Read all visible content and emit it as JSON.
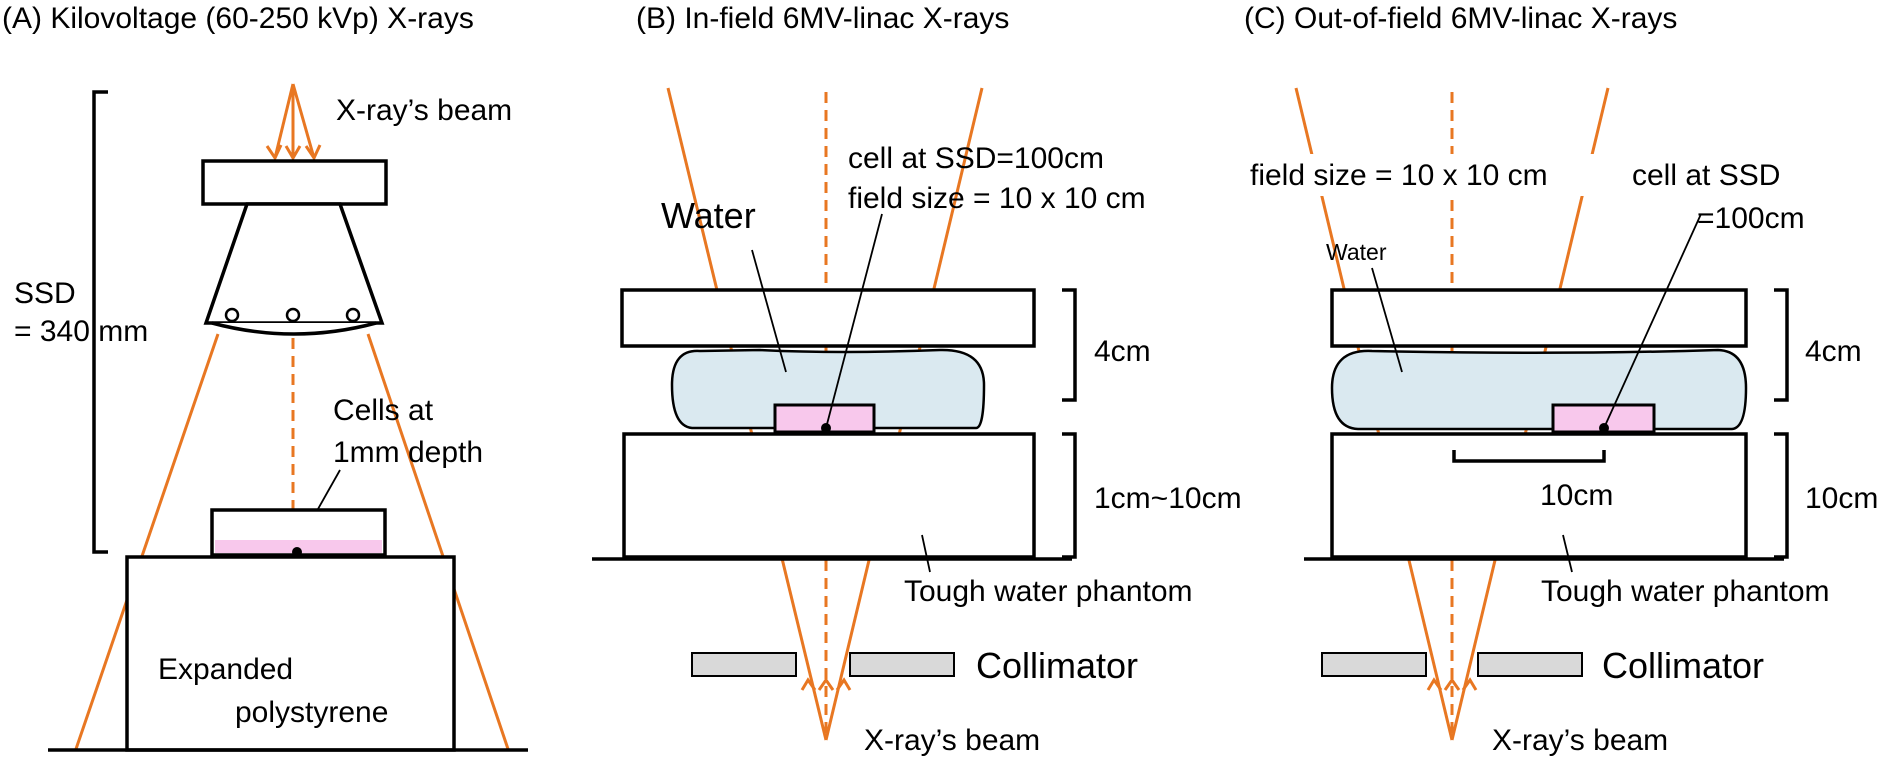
{
  "colors": {
    "beam": "#E87722",
    "water": "#DAE9F0",
    "cell": "#F8C8EC",
    "collimator": "#D9D9D9"
  },
  "panelA": {
    "title": "(A) Kilovoltage (60-250 kVp) X-rays",
    "beam_label": "X-ray’s beam",
    "ssd_line1": "SSD",
    "ssd_line2": "= 340 mm",
    "cells_line1": "Cells at",
    "cells_line2": "1mm depth",
    "base_line1": "Expanded",
    "base_line2": "polystyrene"
  },
  "panelB": {
    "title": "(B) In-field 6MV-linac X-rays",
    "cell_line1": "cell at SSD=100cm",
    "cell_line2": "field size = 10 x 10 cm",
    "water_label": "Water",
    "top_thickness": "4cm",
    "base_thickness": "1cm~10cm",
    "phantom_label": "Tough water phantom",
    "collimator_label": "Collimator",
    "beam_label": "X-ray’s beam"
  },
  "panelC": {
    "title": "(C) Out-of-field 6MV-linac X-rays",
    "field_size": "field size = 10 x 10 cm",
    "cell_line1": "cell at SSD",
    "cell_line2": "=100cm",
    "water_label": "Water",
    "top_thickness": "4cm",
    "offset_label": "10cm",
    "base_thickness": "10cm",
    "phantom_label": "Tough water phantom",
    "collimator_label": "Collimator",
    "beam_label": "X-ray’s beam"
  }
}
